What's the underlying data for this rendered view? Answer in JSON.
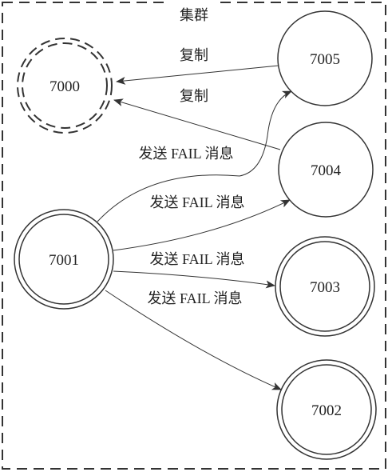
{
  "diagram": {
    "cluster": {
      "title": "集群"
    },
    "nodes": {
      "n7000": {
        "label": "7000",
        "state": "failed"
      },
      "n7001": {
        "label": "7001",
        "role": "master"
      },
      "n7002": {
        "label": "7002",
        "role": "master"
      },
      "n7003": {
        "label": "7003",
        "role": "master"
      },
      "n7004": {
        "label": "7004",
        "role": "replica"
      },
      "n7005": {
        "label": "7005",
        "role": "replica"
      }
    },
    "edges": [
      {
        "from": "7005",
        "to": "7000",
        "label": "复制"
      },
      {
        "from": "7004",
        "to": "7000",
        "label": "复制"
      },
      {
        "from": "7001",
        "to": "7005",
        "label": "发送 FAIL 消息"
      },
      {
        "from": "7001",
        "to": "7004",
        "label": "发送 FAIL 消息"
      },
      {
        "from": "7001",
        "to": "7003",
        "label": "发送 FAIL 消息"
      },
      {
        "from": "7001",
        "to": "7002",
        "label": "发送 FAIL 消息"
      }
    ],
    "colors": {
      "stroke": "#333333",
      "text": "#222222",
      "background": "#ffffff"
    }
  }
}
